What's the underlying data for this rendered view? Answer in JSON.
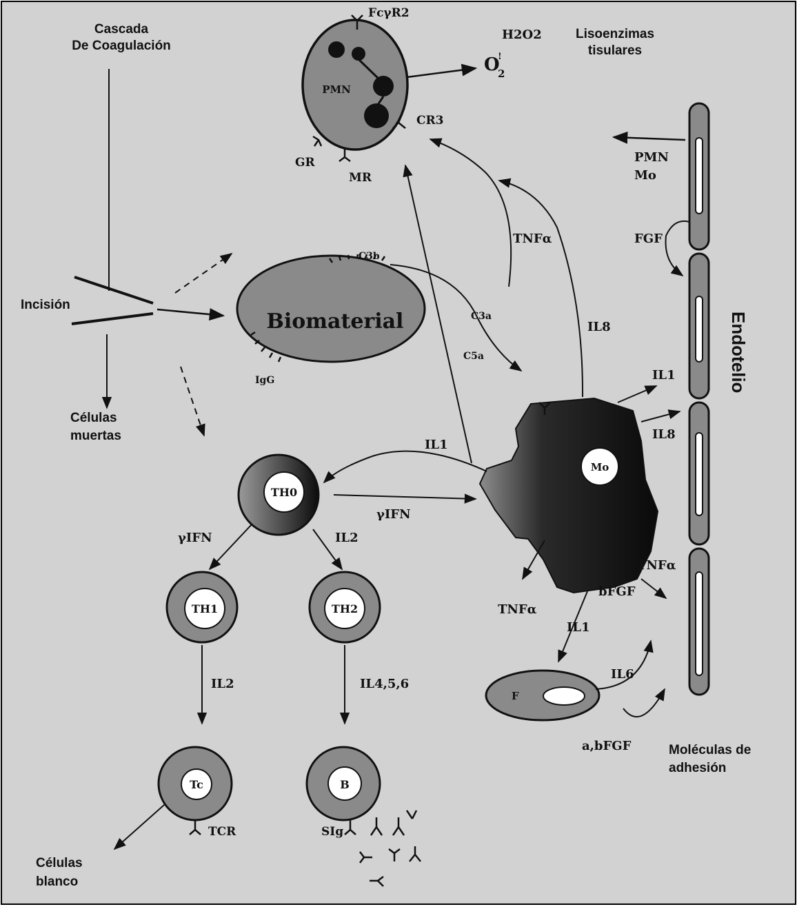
{
  "colors": {
    "background": "#d2d2d2",
    "cell_fill": "#8a8a8a",
    "cell_inner": "#ffffff",
    "macrophage": "#111111",
    "border": "#000000"
  },
  "labels": {
    "coag_line1": "Cascada",
    "coag_line2": "De Coagulación",
    "incision": "Incisión",
    "dead_line1": "Células",
    "dead_line2": "muertas",
    "target_line1": "Células",
    "target_line2": "blanco",
    "lyso_line1": "Lisoenzimas",
    "lyso_line2": "tisulares",
    "h2o2": "H2O2",
    "o2_base": "O",
    "o2_sub": "2",
    "o2_sup": "!",
    "endothelium": "Endotelio",
    "adhesion_line1": "Moléculas de",
    "adhesion_line2": "adhesión"
  },
  "cells": {
    "pmn": "PMN",
    "biomaterial": "Biomaterial",
    "th0": "TH0",
    "th1": "TH1",
    "th2": "TH2",
    "tc": "Tc",
    "b": "B",
    "mo": "Mo",
    "f": "F"
  },
  "receptors": {
    "fcr2": "FcγR2",
    "cr3": "CR3",
    "gr": "GR",
    "mr": "MR",
    "c3b": "C3b",
    "igg": "IgG",
    "tcr": "TCR",
    "sig": "SIg"
  },
  "signals": {
    "pmn_mo_line1": "PMN",
    "pmn_mo_line2": "Mo",
    "fgf": "FGF",
    "tnfa_top": "TNFα",
    "c3a": "C3a",
    "c5a": "C5a",
    "il8_top": "IL8",
    "il1_right": "IL1",
    "il8_right": "IL8",
    "il1_left": "IL1",
    "ifn_right": "γIFN",
    "ifn_left": "γIFN",
    "il2_top": "IL2",
    "il2_bottom": "IL2",
    "il456": "IL4,5,6",
    "tnfa_right": "TNFα",
    "bfgf": "bFGF",
    "tnfa_bottom": "TNFα",
    "il1_bottom": "IL1",
    "il6": "IL6",
    "abfgf": "a,bFGF"
  }
}
